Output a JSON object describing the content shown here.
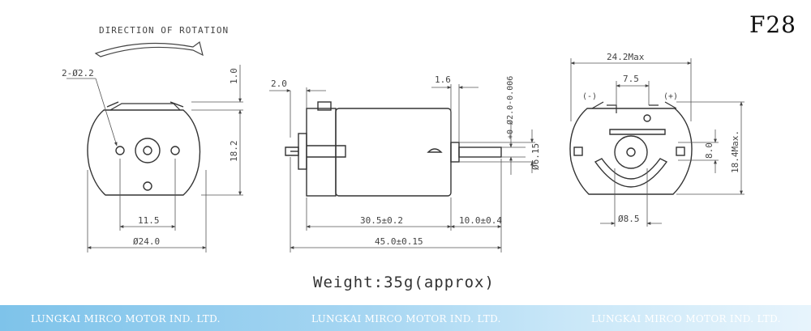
{
  "model": "F28",
  "rotation_label": "DIRECTION OF ROTATION",
  "weight": "Weight:35g(approx)",
  "footer": {
    "company_1": "LUNGKAI MIRCO MOTOR IND. LTD.",
    "company_2": "LUNGKAI MIRCO MOTOR IND. LTD.",
    "company_3": "LUNGKAI MIRCO MOTOR IND. LTD."
  },
  "front_view": {
    "holes": "2-Ø2.2",
    "top_gap": "1.0",
    "height": "18.2",
    "hole_spacing": "11.5",
    "width": "Ø24.0"
  },
  "side_view": {
    "flange": "2.0",
    "shaft_step": "1.6",
    "shaft_tol": "+0 Ø2.0-0.006",
    "boss": "Ø6.15",
    "body_length": "30.5±0.2",
    "shaft_length": "10.0±0.4",
    "total_length": "45.0±0.15"
  },
  "rear_view": {
    "width": "24.2Max",
    "terminal_spacing": "7.5",
    "minus": "(-)",
    "plus": "(+)",
    "slot": "8.0",
    "height": "18.4Max.",
    "bearing": "Ø8.5"
  },
  "colors": {
    "footer_start": "#7ec3ea",
    "footer_end": "#e7f4fc",
    "line": "#444444"
  }
}
